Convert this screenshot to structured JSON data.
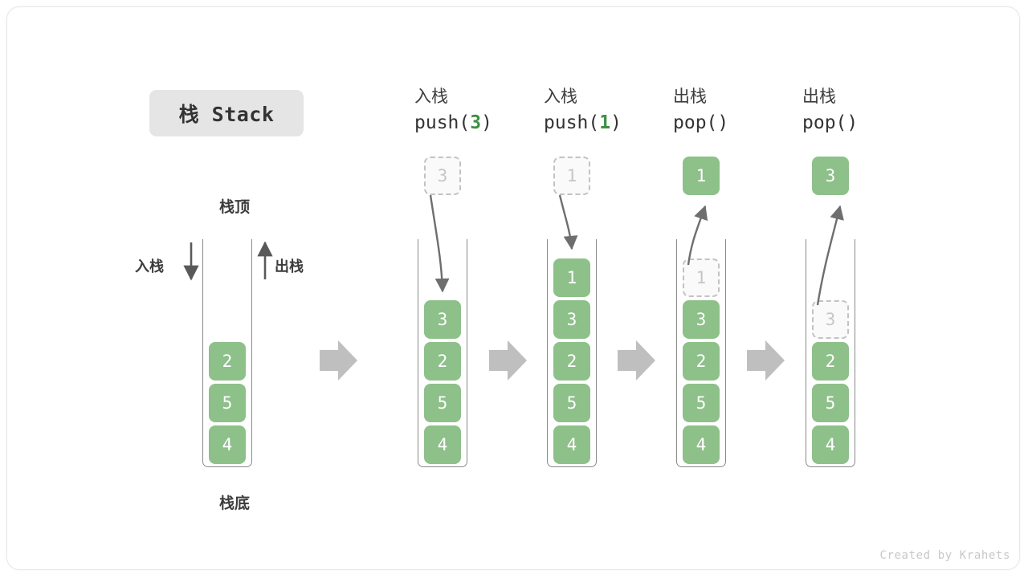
{
  "title_badge": "栈 Stack",
  "legend": {
    "top_label": "栈顶",
    "bottom_label": "栈底",
    "push_label": "入栈",
    "pop_label": "出栈",
    "items": [
      "4",
      "5",
      "2"
    ]
  },
  "footer": "Created by Krahets",
  "colors": {
    "element_green": "#8ec08a",
    "ghost_fill": "#fafafa",
    "ghost_border": "#c3c3c3",
    "arrow_gray": "#6e6e6e",
    "step_arrow_gray": "#bfbfbf",
    "badge_bg": "#e5e5e5",
    "text_dark": "#3c3c3c",
    "accent_green": "#3f8f45"
  },
  "columns": [
    {
      "op_cn": "入栈",
      "op_fn": "push(",
      "op_arg": "3",
      "op_fn_end": ")",
      "float_value": "3",
      "float_kind": "ghost",
      "items": [
        "4",
        "5",
        "2",
        "3"
      ],
      "ghost_top": false
    },
    {
      "op_cn": "入栈",
      "op_fn": "push(",
      "op_arg": "1",
      "op_fn_end": ")",
      "float_value": "1",
      "float_kind": "ghost",
      "items": [
        "4",
        "5",
        "2",
        "3",
        "1"
      ],
      "ghost_top": false
    },
    {
      "op_cn": "出栈",
      "op_fn": "pop(",
      "op_arg": "",
      "op_fn_end": ")",
      "float_value": "1",
      "float_kind": "solid",
      "items": [
        "4",
        "5",
        "2",
        "3",
        "1"
      ],
      "ghost_top": true
    },
    {
      "op_cn": "出栈",
      "op_fn": "pop(",
      "op_arg": "",
      "op_fn_end": ")",
      "float_value": "3",
      "float_kind": "solid",
      "items": [
        "4",
        "5",
        "2",
        "3"
      ],
      "ghost_top": true
    }
  ]
}
